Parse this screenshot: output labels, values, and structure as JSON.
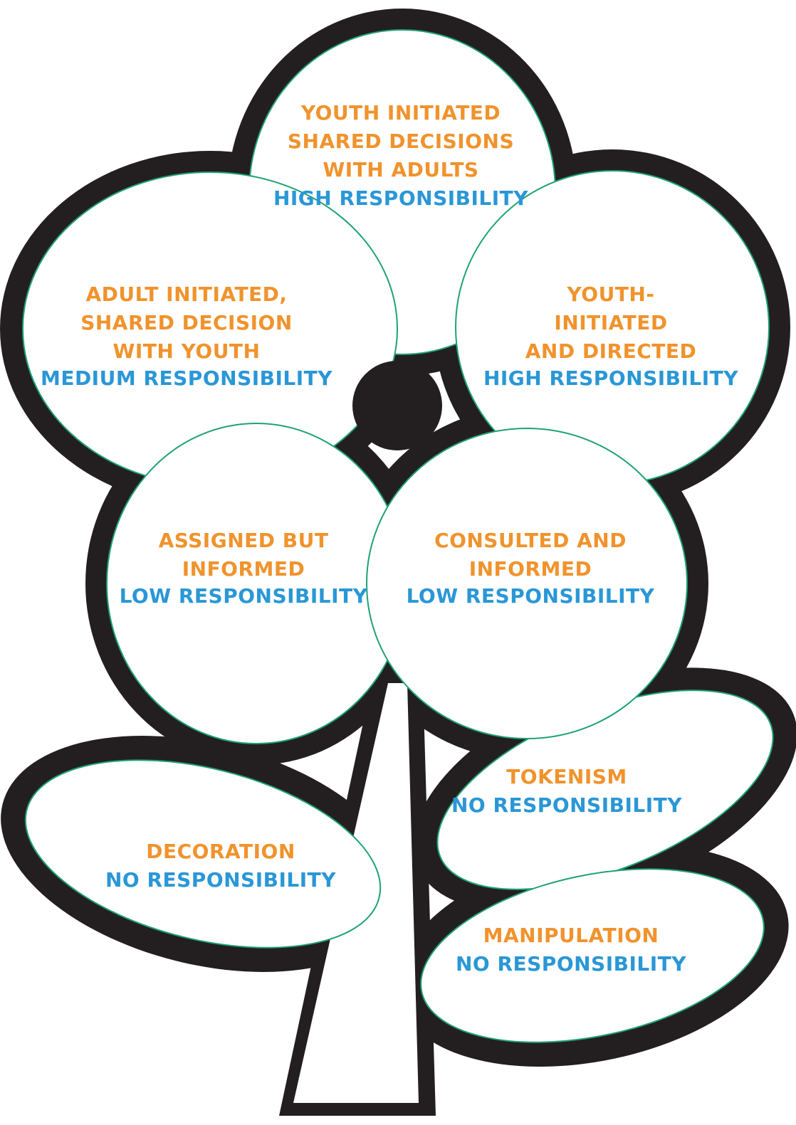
{
  "colors": {
    "outline": "#231f20",
    "petal_border": "#1fa274",
    "level_text": "#f0932d",
    "responsibility_text": "#2a97d6",
    "center": "#231f20"
  },
  "petals": {
    "top": {
      "lines": [
        "YOUTH INITIATED",
        "SHARED DECISIONS",
        "WITH ADULTS"
      ],
      "responsibility": "HIGH RESPONSIBILITY"
    },
    "right": {
      "lines": [
        "YOUTH-",
        "INITIATED",
        "AND DIRECTED"
      ],
      "responsibility": "HIGH RESPONSIBILITY"
    },
    "left": {
      "lines": [
        "ADULT INITIATED,",
        "SHARED DECISION",
        "WITH YOUTH"
      ],
      "responsibility": "MEDIUM RESPONSIBILITY"
    },
    "lower_left": {
      "lines": [
        "ASSIGNED BUT",
        "INFORMED"
      ],
      "responsibility": "LOW RESPONSIBILITY"
    },
    "lower_right": {
      "lines": [
        "CONSULTED AND",
        "INFORMED"
      ],
      "responsibility": "LOW RESPONSIBILITY"
    }
  },
  "leaves": {
    "left": {
      "lines": [
        "DECORATION"
      ],
      "responsibility": "NO RESPONSIBILITY"
    },
    "upper_right": {
      "lines": [
        "TOKENISM"
      ],
      "responsibility": "NO RESPONSIBILITY"
    },
    "lower_right": {
      "lines": [
        "MANIPULATION"
      ],
      "responsibility": "NO RESPONSIBILITY"
    }
  }
}
